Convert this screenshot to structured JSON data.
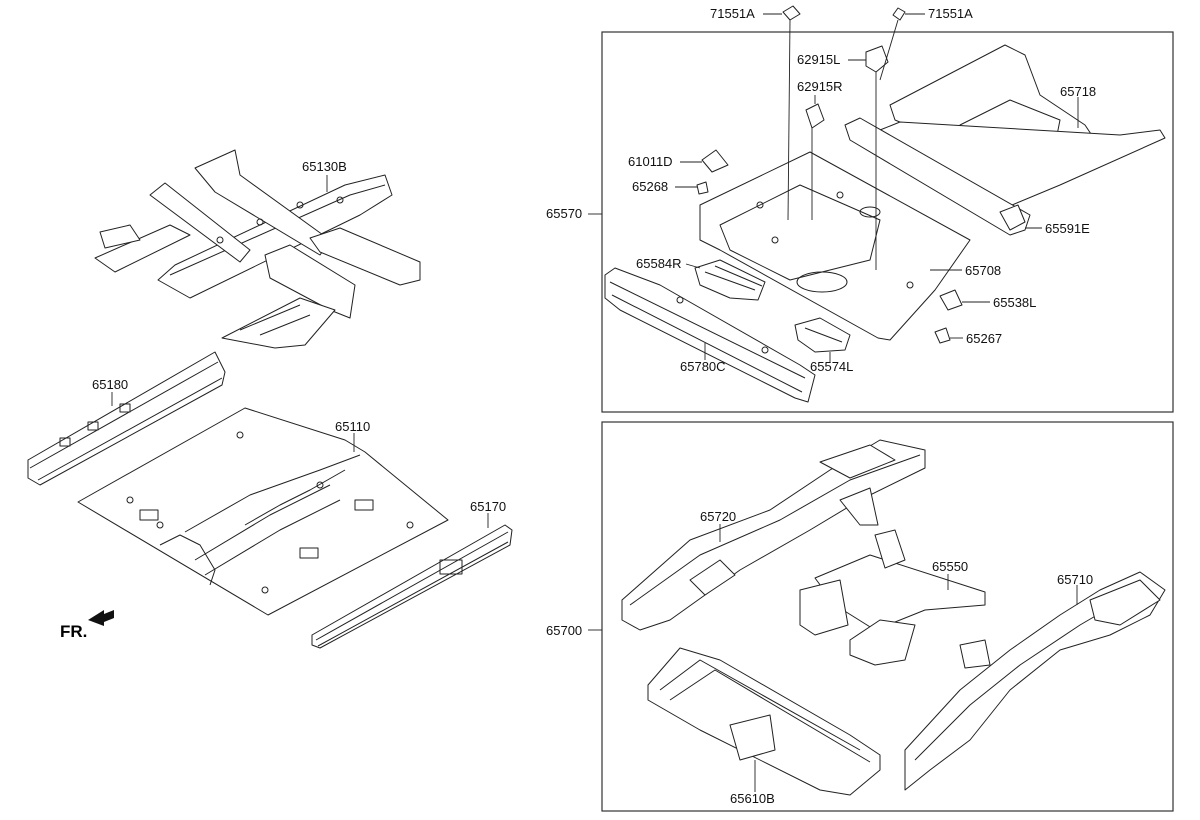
{
  "direction_label": "FR.",
  "labels": {
    "p65130B": "65130B",
    "p65180": "65180",
    "p65110": "65110",
    "p65170": "65170",
    "p71551A_left": "71551A",
    "p71551A_right": "71551A",
    "p62915L": "62915L",
    "p62915R": "62915R",
    "p65718": "65718",
    "p61011D": "61011D",
    "p65268": "65268",
    "p65570": "65570",
    "p65591E": "65591E",
    "p65584R": "65584R",
    "p65708": "65708",
    "p65538L": "65538L",
    "p65267": "65267",
    "p65780C": "65780C",
    "p65574L": "65574L",
    "p65720": "65720",
    "p65550": "65550",
    "p65710": "65710",
    "p65700": "65700",
    "p65610B": "65610B"
  }
}
